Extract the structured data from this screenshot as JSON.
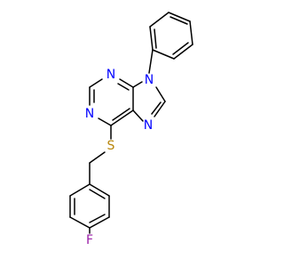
{
  "atoms": [
    {
      "id": "N9",
      "element": "N"
    },
    {
      "id": "N3",
      "element": "N"
    },
    {
      "id": "N1",
      "element": "N"
    },
    {
      "id": "N7",
      "element": "N"
    },
    {
      "id": "S",
      "element": "S"
    },
    {
      "id": "F",
      "element": "F"
    }
  ],
  "colors": {
    "bond": "#000000",
    "nitrogen": "#0000ff",
    "sulfur": "#b8860b",
    "fluorine": "#9a1fa8"
  }
}
